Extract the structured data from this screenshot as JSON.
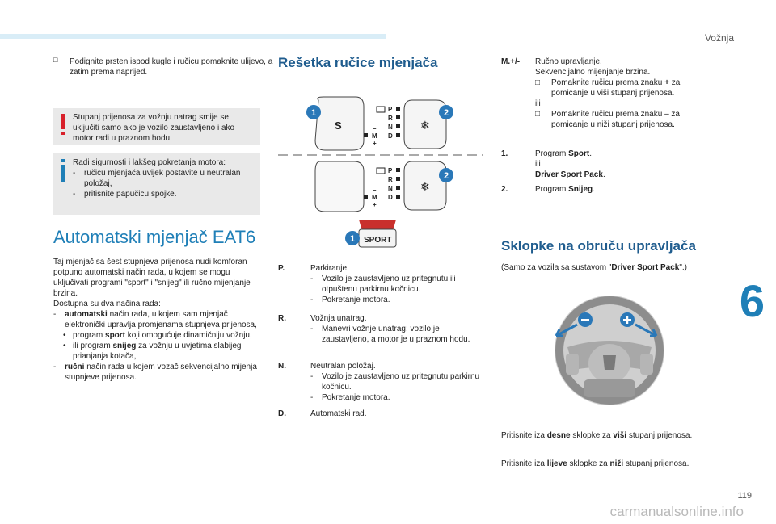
{
  "header": {
    "section": "Vožnja",
    "chapter": "6",
    "page_number": "119"
  },
  "watermark": "carmanualsonline.info",
  "col1": {
    "intro_bullet": "Podignite prsten ispod kugle i ručicu pomaknite ulijevo, a zatim prema naprijed.",
    "warning": "Stupanj prijenosa za vožnju natrag smije se uključiti samo ako je vozilo zaustavljeno i ako motor radi u praznom hodu.",
    "info_intro": "Radi sigurnosti i lakšeg pokretanja motora:",
    "info_items": [
      "ručicu mjenjača uvijek postavite u neutralan položaj,",
      "pritisnite papučicu spojke."
    ],
    "eat6_title": "Automatski mjenjač EAT6",
    "eat6_p1": "Taj mjenjač sa šest stupnjeva prijenosa nudi komforan potpuno automatski način rada, u kojem se mogu uključivati programi \"sport\" i \"snijeg\" ili ručno mijenjanje brzina.",
    "eat6_p2": "Dostupna su dva načina rada:",
    "auto_bold": "automatski",
    "auto_rest": " način rada, u kojem sam mjenjač elektronički upravlja promjenama stupnjeva prijenosa,",
    "prog1_pre": "program ",
    "prog1_bold": "sport",
    "prog1_post": " koji omogućuje dinamičniju vožnju,",
    "prog2_pre": "ili program ",
    "prog2_bold": "snijeg",
    "prog2_post": " za vožnju u uvjetima slabijeg prianjanja kotača,",
    "manual_bold": "ručni",
    "manual_rest": " način rada u kojem vozač sekvencijalno mijenja stupnjeve prijenosa."
  },
  "col2": {
    "title": "Rešetka ručice mjenjača",
    "diagram": {
      "callouts": [
        "1",
        "2",
        "2",
        "1"
      ],
      "snow_button": "S",
      "sport_button": "SPORT",
      "gates": [
        "P",
        "R",
        "N",
        "D",
        "M",
        "+",
        "–"
      ]
    },
    "defs": [
      {
        "key": "P.",
        "text": "Parkiranje.",
        "items": [
          "Vozilo je zaustavljeno uz pritegnutu ili otpuštenu parkirnu kočnicu.",
          "Pokretanje motora."
        ]
      },
      {
        "key": "R.",
        "text": "Vožnja unatrag.",
        "items": [
          "Manevri vožnje unatrag; vozilo je zaustavljeno, a motor je u praznom hodu."
        ]
      },
      {
        "key": "N.",
        "text": "Neutralan položaj.",
        "items": [
          "Vozilo je zaustavljeno uz pritegnutu parkirnu kočnicu.",
          "Pokretanje motora."
        ]
      },
      {
        "key": "D.",
        "text": "Automatski rad.",
        "items": []
      }
    ]
  },
  "col3": {
    "m_key": "M.+/-",
    "m_line1": "Ručno upravljanje.",
    "m_line2": "Sekvencijalno mijenjanje brzina.",
    "m_plus_pre": "Pomaknite ručicu prema znaku ",
    "m_plus_sign": "+",
    "m_plus_post": " za pomicanje u viši stupanj prijenosa.",
    "m_or": "ili",
    "m_minus": "Pomaknite ručicu prema znaku – za pomicanje u niži stupanj prijenosa.",
    "d1_key": "1.",
    "d1_pre": "Program ",
    "d1_bold": "Sport",
    "d1_or": "ili",
    "d1_bold2": "Driver Sport Pack",
    "d2_key": "2.",
    "d2_pre": "Program ",
    "d2_bold": "Snijeg",
    "sw_title": "Sklopke na obruču upravljača",
    "sw_note_pre": "(Samo za vozila sa sustavom \"",
    "sw_note_bold": "Driver Sport Pack",
    "sw_note_post": "\".)",
    "right_pre": "Pritisnite iza ",
    "right_bold1": "desne",
    "right_mid": " sklopke za ",
    "right_bold2": "viši",
    "right_post": " stupanj prijenosa.",
    "left_pre": "Pritisnite iza ",
    "left_bold1": "lijeve",
    "left_mid": " sklopke za ",
    "left_bold2": "niži",
    "left_post": " stupanj prijenosa."
  },
  "colors": {
    "accent_blue": "#1f7fb7",
    "callout_blue": "#2a78b8",
    "warning_red": "#d8202a",
    "info_blue": "#1f7fb7"
  }
}
